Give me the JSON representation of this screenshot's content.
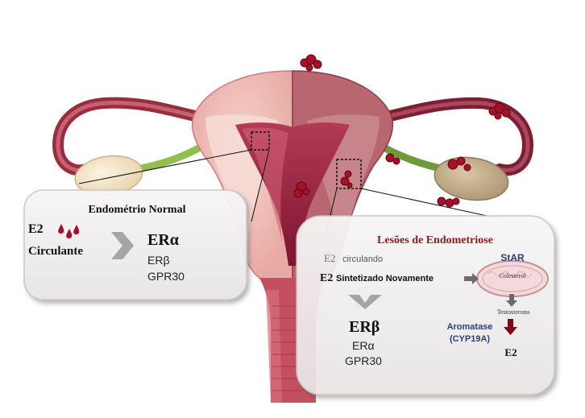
{
  "left_panel": {
    "title": "Endométrio Normal",
    "e2_label": "E2",
    "e2_sublabel": "Circulante",
    "receptor_main": "ERα",
    "receptor_2": "ERβ",
    "receptor_3": "GPR30"
  },
  "right_panel": {
    "title": "Lesões de Endometriose",
    "e2_circulating": "E2",
    "e2_circulating_suffix": "circulando",
    "e2_synth": "E2",
    "e2_synth_suffix": "Sintetizado Novamente",
    "receptor_main": "ERβ",
    "receptor_2": "ERα",
    "receptor_3": "GPR30",
    "star_label": "StAR",
    "cholesterol_label": "Colesterol",
    "testosterone_label": "Testosterona",
    "aromatase_label": "Aromatase",
    "aromatase_gene": "(CYP19A)",
    "e2_product": "E2"
  },
  "colors": {
    "normal_endometrium": "#f3c7c2",
    "lesion_tissue": "#8e1b35",
    "lesion_nodules": "#a8102a",
    "oviduct": "#9a2c3c",
    "ovary": "#f6ecd6",
    "ligament": "#8fbf4d",
    "panel_fill": "#f1efef",
    "title_dark_red": "#8a1a1f",
    "aromatase_blue": "#2d3e7c",
    "star_blue": "#2d3e7c",
    "arrow_grey": "#7f7f7f",
    "arrow_dark_red": "#7a0a14"
  }
}
